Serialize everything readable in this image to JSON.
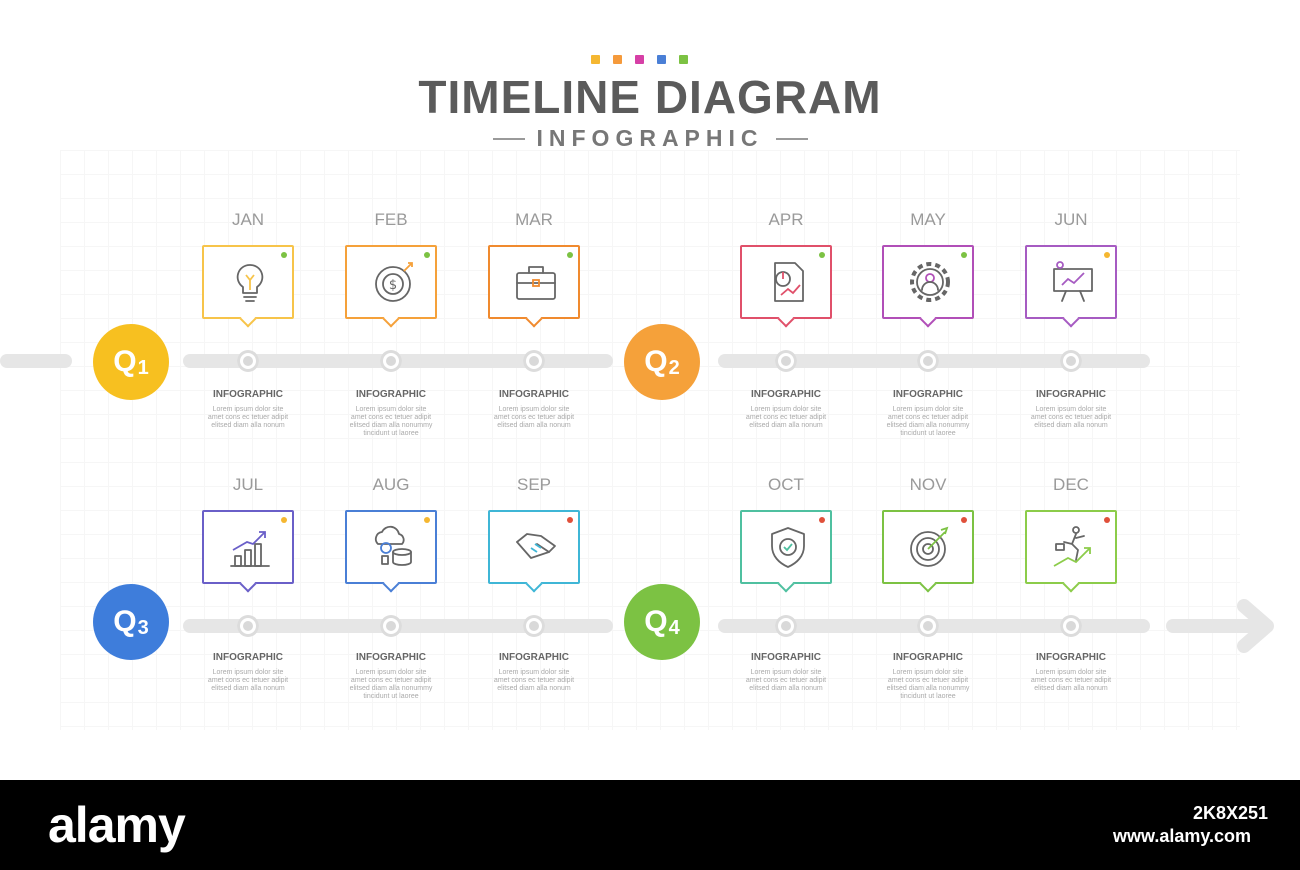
{
  "header": {
    "title": "TIMELINE DIAGRAM",
    "subtitle": "INFOGRAPHIC",
    "dot_colors": [
      "#f5b731",
      "#f59a3b",
      "#d63fa6",
      "#4a7fd6",
      "#7cc243"
    ]
  },
  "quarters": [
    {
      "letter": "Q",
      "number": "1",
      "color": "#f7c020"
    },
    {
      "letter": "Q",
      "number": "2",
      "color": "#f5a13a"
    },
    {
      "letter": "Q",
      "number": "3",
      "color": "#3e7ddb"
    },
    {
      "letter": "Q",
      "number": "4",
      "color": "#7cc243"
    }
  ],
  "months": [
    {
      "name": "JAN",
      "icon": "lightbulb-icon",
      "border": "#f7c44a",
      "dot": "#7cc243",
      "label": "INFOGRAPHIC",
      "desc": [
        "Lorem ipsum dolor site",
        "amet cons ec tetuer adipit",
        "elitsed diam alla nonum"
      ]
    },
    {
      "name": "FEB",
      "icon": "dollar-target-icon",
      "border": "#f5a13a",
      "dot": "#7cc243",
      "label": "INFOGRAPHIC",
      "desc": [
        "Lorem ipsum dolor site",
        "amet cons ec tetuer adipit",
        "elitsed diam alla nonummy",
        "tincidunt ut laoree"
      ]
    },
    {
      "name": "MAR",
      "icon": "briefcase-icon",
      "border": "#f08a2e",
      "dot": "#7cc243",
      "label": "INFOGRAPHIC",
      "desc": [
        "Lorem ipsum dolor site",
        "amet cons ec tetuer adipit",
        "elitsed diam alla nonum"
      ]
    },
    {
      "name": "APR",
      "icon": "report-chart-icon",
      "border": "#e0506a",
      "dot": "#7cc243",
      "label": "INFOGRAPHIC",
      "desc": [
        "Lorem ipsum dolor site",
        "amet cons ec tetuer adipit",
        "elitsed diam alla nonum"
      ]
    },
    {
      "name": "MAY",
      "icon": "gear-person-icon",
      "border": "#b14fb8",
      "dot": "#7cc243",
      "label": "INFOGRAPHIC",
      "desc": [
        "Lorem ipsum dolor site",
        "amet cons ec tetuer adipit",
        "elitsed diam alla nonummy",
        "tincidunt ut laoree"
      ]
    },
    {
      "name": "JUN",
      "icon": "presentation-board-icon",
      "border": "#a65bc2",
      "dot": "#f5b731",
      "label": "INFOGRAPHIC",
      "desc": [
        "Lorem ipsum dolor site",
        "amet cons ec tetuer adipit",
        "elitsed diam alla nonum"
      ]
    },
    {
      "name": "JUL",
      "icon": "growth-chart-icon",
      "border": "#6a5fc8",
      "dot": "#f5b731",
      "label": "INFOGRAPHIC",
      "desc": [
        "Lorem ipsum dolor site",
        "amet cons ec tetuer adipit",
        "elitsed diam alla nonum"
      ]
    },
    {
      "name": "AUG",
      "icon": "cloud-database-icon",
      "border": "#4a7fd6",
      "dot": "#f5b731",
      "label": "INFOGRAPHIC",
      "desc": [
        "Lorem ipsum dolor site",
        "amet cons ec tetuer adipit",
        "elitsed diam alla nonummy",
        "tincidunt ut laoree"
      ]
    },
    {
      "name": "SEP",
      "icon": "handshake-icon",
      "border": "#3fb6d6",
      "dot": "#e0503a",
      "label": "INFOGRAPHIC",
      "desc": [
        "Lorem ipsum dolor site",
        "amet cons ec tetuer adipit",
        "elitsed diam alla nonum"
      ]
    },
    {
      "name": "OCT",
      "icon": "shield-check-icon",
      "border": "#4fc0a0",
      "dot": "#e0503a",
      "label": "INFOGRAPHIC",
      "desc": [
        "Lorem ipsum dolor site",
        "amet cons ec tetuer adipit",
        "elitsed diam alla nonum"
      ]
    },
    {
      "name": "NOV",
      "icon": "target-arrow-icon",
      "border": "#7cc243",
      "dot": "#e0503a",
      "label": "INFOGRAPHIC",
      "desc": [
        "Lorem ipsum dolor site",
        "amet cons ec tetuer adipit",
        "elitsed diam alla nonummy",
        "tincidunt ut laoree"
      ]
    },
    {
      "name": "DEC",
      "icon": "businessman-growth-icon",
      "border": "#8ccc4a",
      "dot": "#e0503a",
      "label": "INFOGRAPHIC",
      "desc": [
        "Lorem ipsum dolor site",
        "amet cons ec tetuer adipit",
        "elitsed diam alla nonum"
      ]
    }
  ],
  "footer": {
    "logo": "alamy",
    "image_id": "2K8X251",
    "site": "www.alamy.com"
  }
}
